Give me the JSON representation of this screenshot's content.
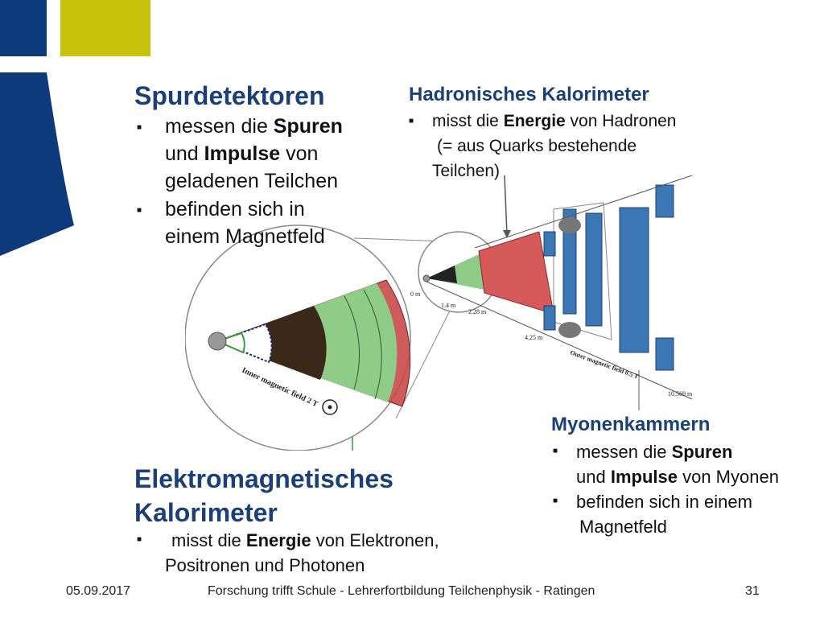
{
  "spur": {
    "title": "Spurdetektoren",
    "b1_a": "messen die ",
    "b1_b": "Spuren",
    "b1_c": "und ",
    "b1_d": "Impulse",
    "b1_e": " von",
    "b1_f": "geladenen Teilchen",
    "b2_a": "befinden sich in",
    "b2_b": "einem Magnetfeld"
  },
  "hadron": {
    "title": "Hadronisches Kalorimeter",
    "b1_a": "misst die ",
    "b1_b": "Energie",
    "b1_c": " von Hadronen",
    "b1_d": "(= aus Quarks bestehende",
    "b1_e": "Teilchen)"
  },
  "myon": {
    "title": "Myonenkammern",
    "b1_a": "messen die ",
    "b1_b": "Spuren",
    "b1_c": "und ",
    "b1_d": "Impulse",
    "b1_e": " von Myonen",
    "b2_a": "befinden sich in einem",
    "b2_b": "Magnetfeld"
  },
  "em": {
    "title_1": "Elektromagnetisches",
    "title_2": "Kalorimeter",
    "b1_a": "misst die ",
    "b1_b": "Energie",
    "b1_c": " von Elektronen,",
    "b1_d": "Positronen und Photonen"
  },
  "diagram": {
    "r0": "0 m",
    "r1": "1.4 m",
    "r2": "2.28 m",
    "r3": "4.25 m",
    "r4": "10.569 m",
    "inner_field": "Inner magnetic field 2 T",
    "outer_field": "Outer magnetic field 0.5 T"
  },
  "footer": {
    "date": "05.09.2017",
    "title": "Forschung trifft Schule - Lehrerfortbildung Teilchenphysik - Ratingen",
    "page": "31"
  },
  "colors": {
    "navy": "#0d3a7a",
    "lime": "#c9c20a",
    "heading": "#1b3f78"
  }
}
